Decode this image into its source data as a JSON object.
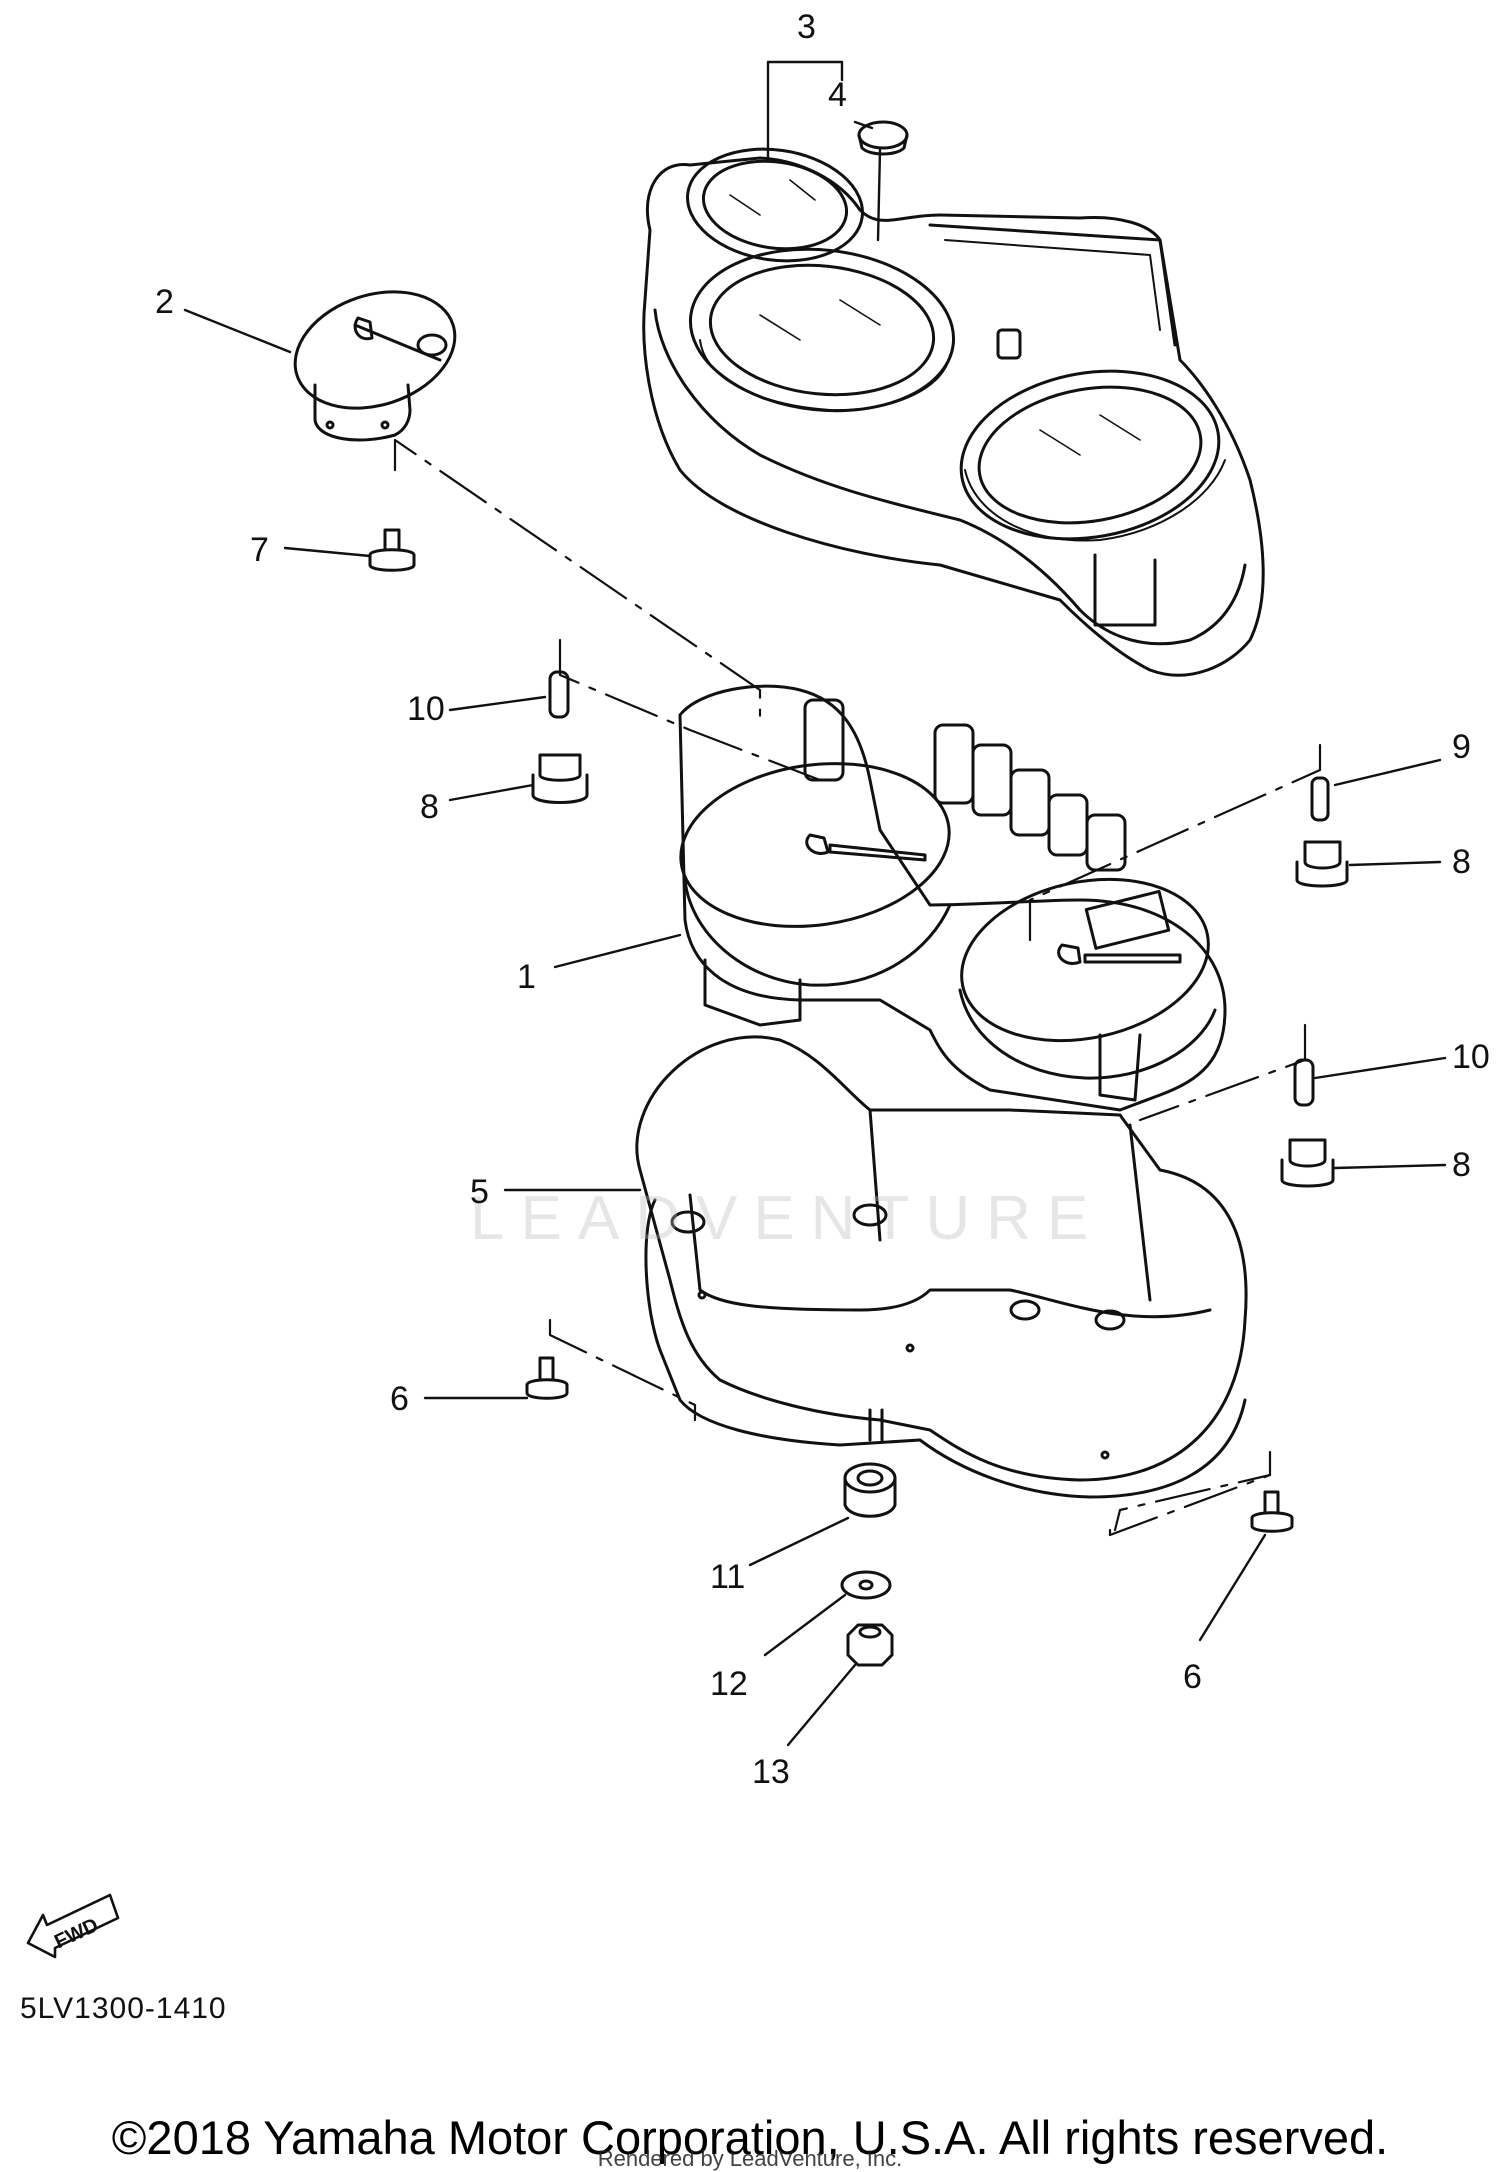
{
  "diagram": {
    "diagram_code": "5LV1300-1410",
    "fwd_label": "FWD",
    "watermark": "LEADVENTURE",
    "copyright": "©2018 Yamaha Motor Corporation, U.S.A. All rights reserved.",
    "rendered_by": "Rendered by LeadVenture, Inc.",
    "callouts": {
      "c1": "1",
      "c2": "2",
      "c3": "3",
      "c4": "4",
      "c5": "5",
      "c6a": "6",
      "c6b": "6",
      "c7": "7",
      "c8a": "8",
      "c8b": "8",
      "c8c": "8",
      "c9": "9",
      "c10a": "10",
      "c10b": "10",
      "c11": "11",
      "c12": "12",
      "c13": "13"
    }
  },
  "colors": {
    "line": "#111111",
    "watermark": "#b9b9b9"
  }
}
